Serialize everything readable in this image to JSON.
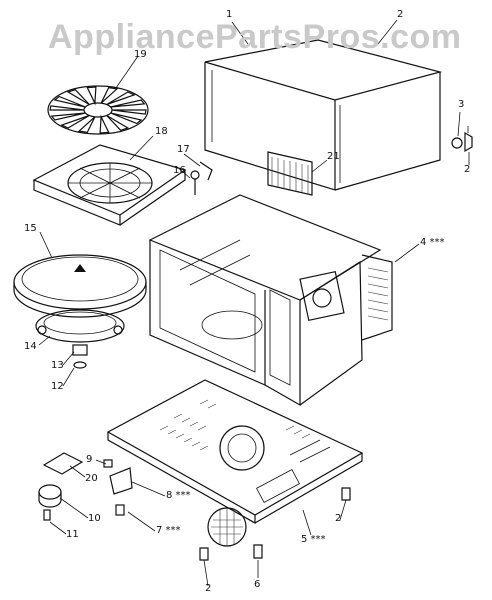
{
  "watermark": {
    "text": "AppliancePartsPros.com"
  },
  "callouts": [
    {
      "id": "c1",
      "label": "1"
    },
    {
      "id": "c2a",
      "label": "2"
    },
    {
      "id": "c2b",
      "label": "2"
    },
    {
      "id": "c2c",
      "label": "2"
    },
    {
      "id": "c2d",
      "label": "2"
    },
    {
      "id": "c3",
      "label": "3"
    },
    {
      "id": "c4",
      "label": "4 ***"
    },
    {
      "id": "c5",
      "label": "5 ***"
    },
    {
      "id": "c6",
      "label": "6"
    },
    {
      "id": "c7",
      "label": "7 ***"
    },
    {
      "id": "c8",
      "label": "8 ***"
    },
    {
      "id": "c9",
      "label": "9"
    },
    {
      "id": "c10",
      "label": "10"
    },
    {
      "id": "c11",
      "label": "11"
    },
    {
      "id": "c12",
      "label": "12"
    },
    {
      "id": "c13",
      "label": "13"
    },
    {
      "id": "c14",
      "label": "14"
    },
    {
      "id": "c15",
      "label": "15"
    },
    {
      "id": "c16",
      "label": "16"
    },
    {
      "id": "c17",
      "label": "17"
    },
    {
      "id": "c18",
      "label": "18"
    },
    {
      "id": "c19",
      "label": "19"
    },
    {
      "id": "c20",
      "label": "20"
    },
    {
      "id": "c21",
      "label": "21"
    }
  ]
}
